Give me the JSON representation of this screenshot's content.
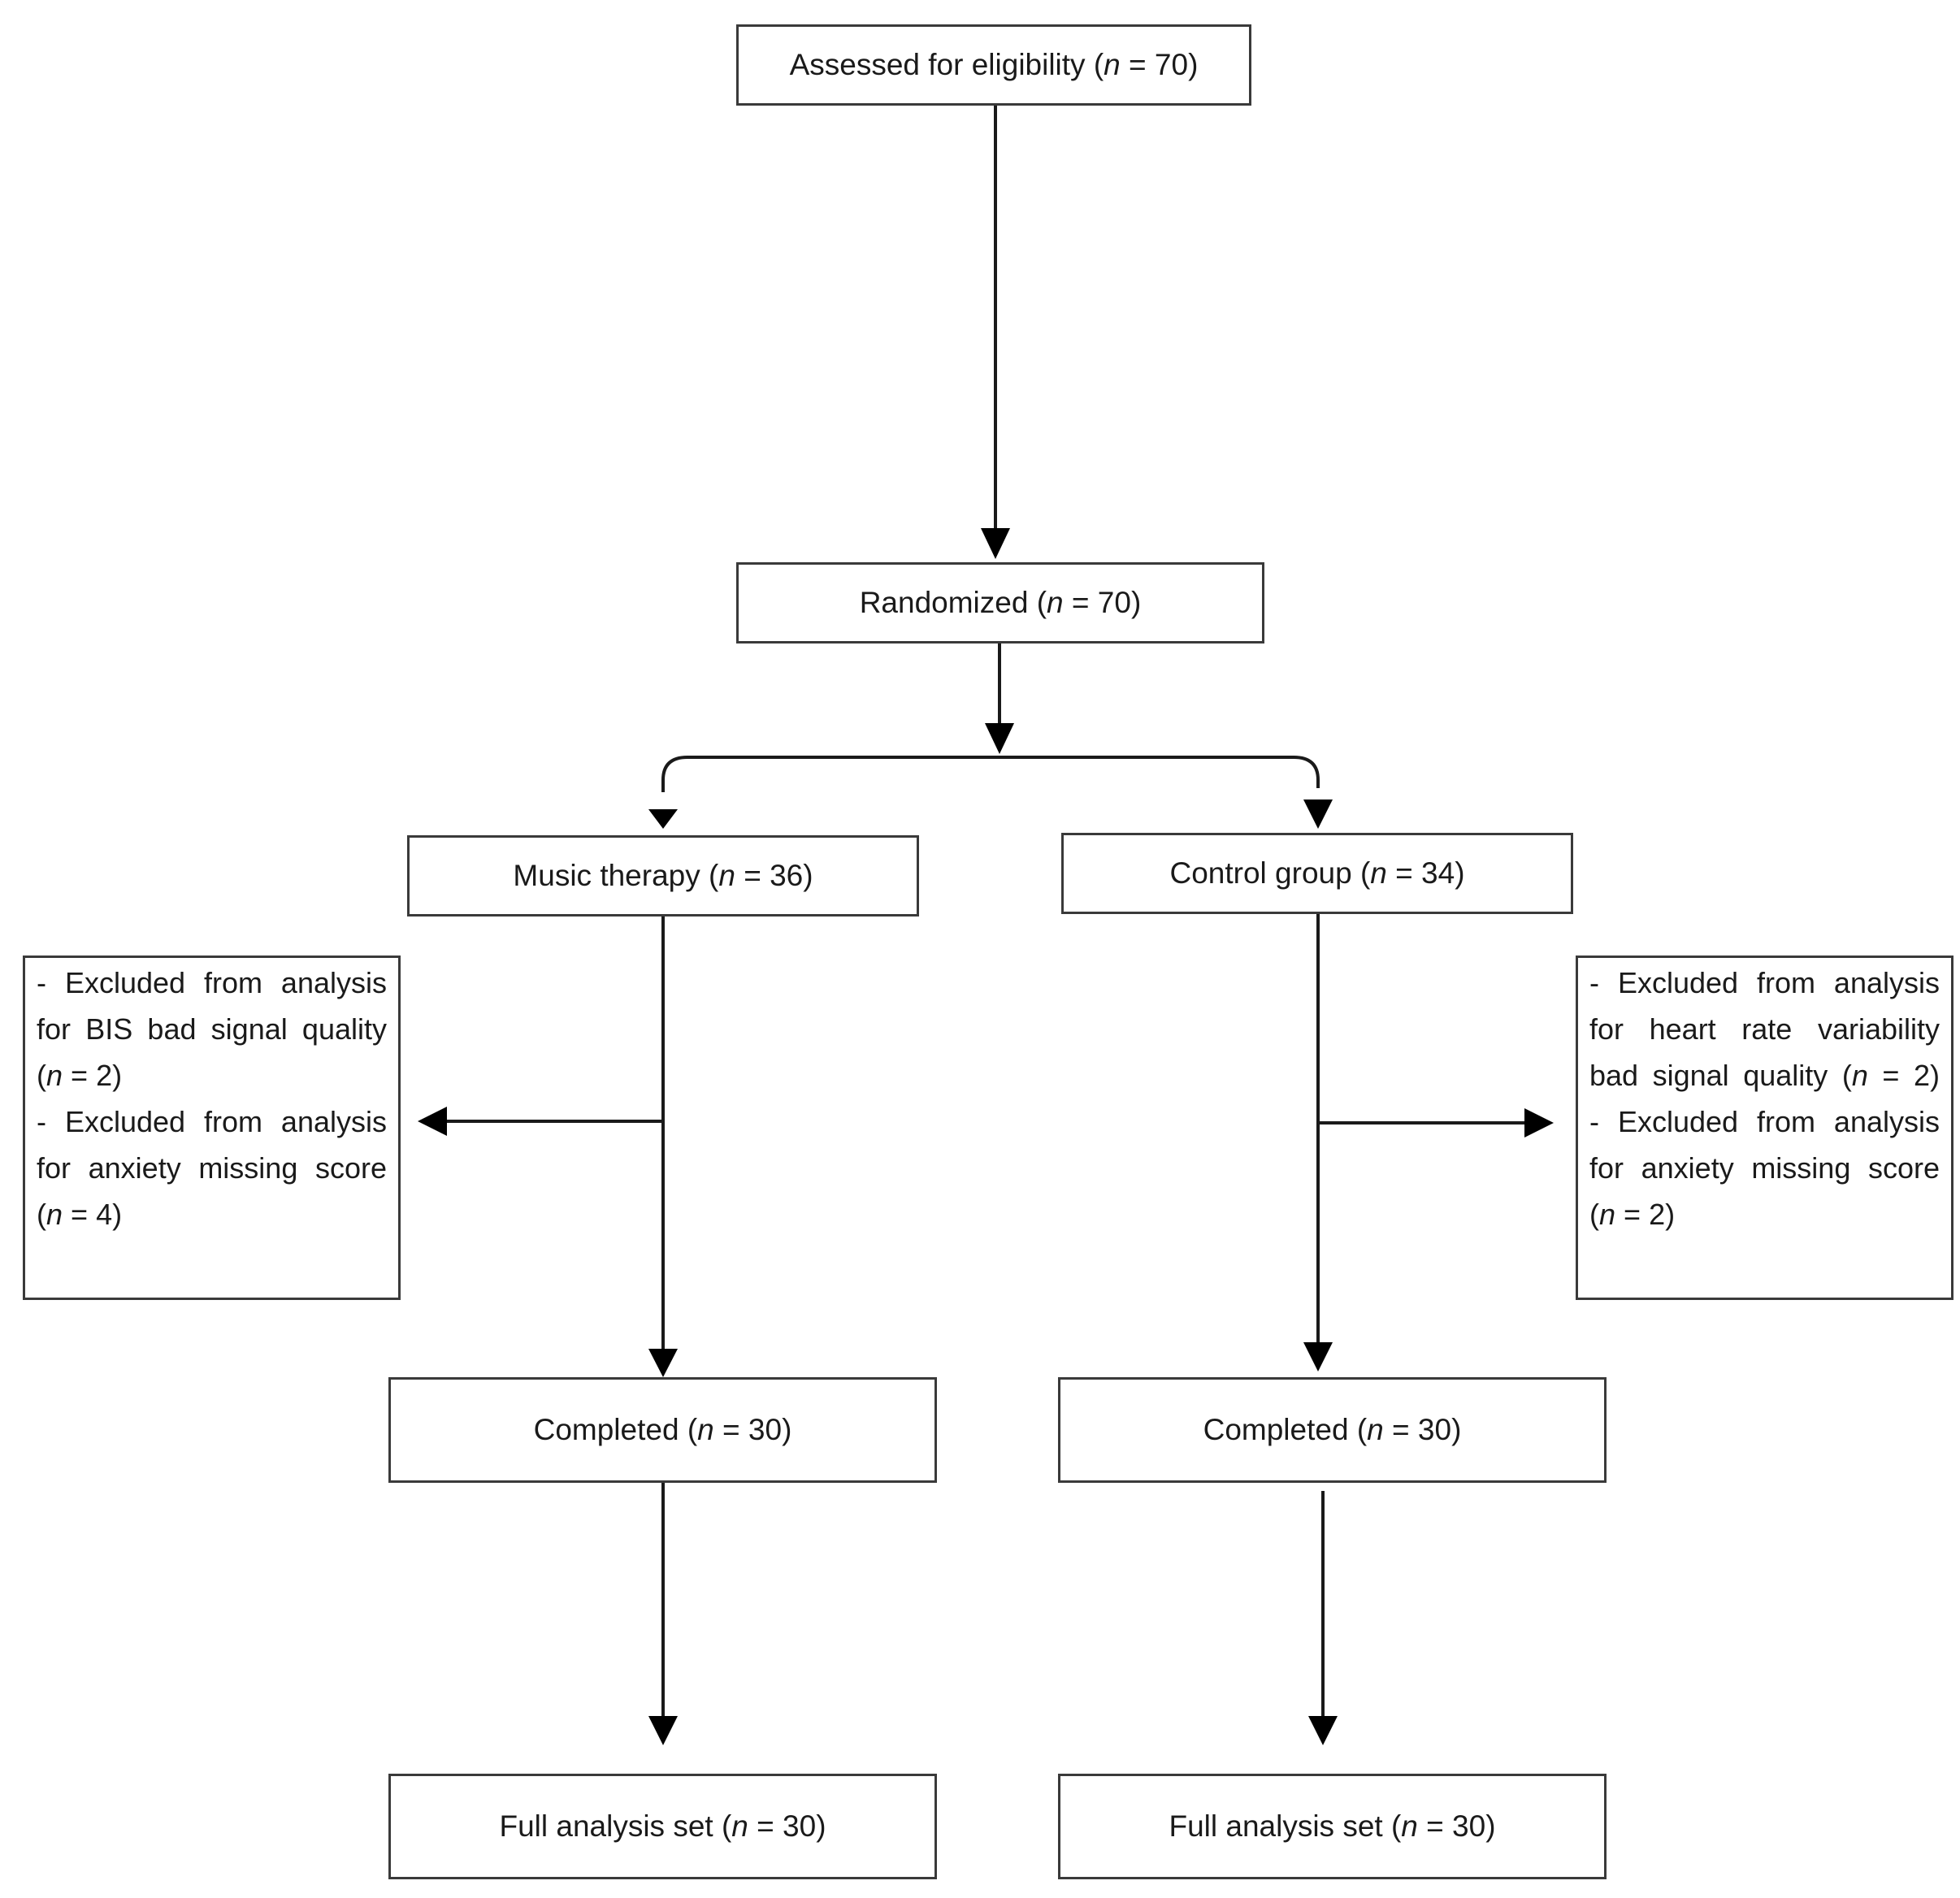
{
  "nodes": {
    "assessed": {
      "label": "Assessed for eligibility",
      "n": "70"
    },
    "randomized": {
      "label": "Randomized",
      "n": "70"
    },
    "music": {
      "label": "Music therapy",
      "n": "36"
    },
    "control": {
      "label": "Control group",
      "n": "34"
    },
    "music_completed": {
      "label": "Completed",
      "n": "30"
    },
    "control_completed": {
      "label": "Completed",
      "n": "30"
    },
    "music_full": {
      "label": "Full analysis set",
      "n": "30"
    },
    "control_full": {
      "label": "Full analysis set",
      "n": "30"
    }
  },
  "notes": {
    "music_exclusions": {
      "lines": [
        "- Excluded from analysis",
        "for BIS bad signal quality",
        "- Excluded from analysis",
        "for anxiety missing score"
      ],
      "n1": "2",
      "n2": "4"
    },
    "control_exclusions": {
      "lines": [
        "- Excluded from analysis",
        "for heart rate variability",
        "bad signal quality",
        "- Excluded from analysis",
        "for anxiety missing score"
      ],
      "n1": "2",
      "n2": "2"
    }
  },
  "symbols": {
    "n_var": "n",
    "equals": " = "
  }
}
